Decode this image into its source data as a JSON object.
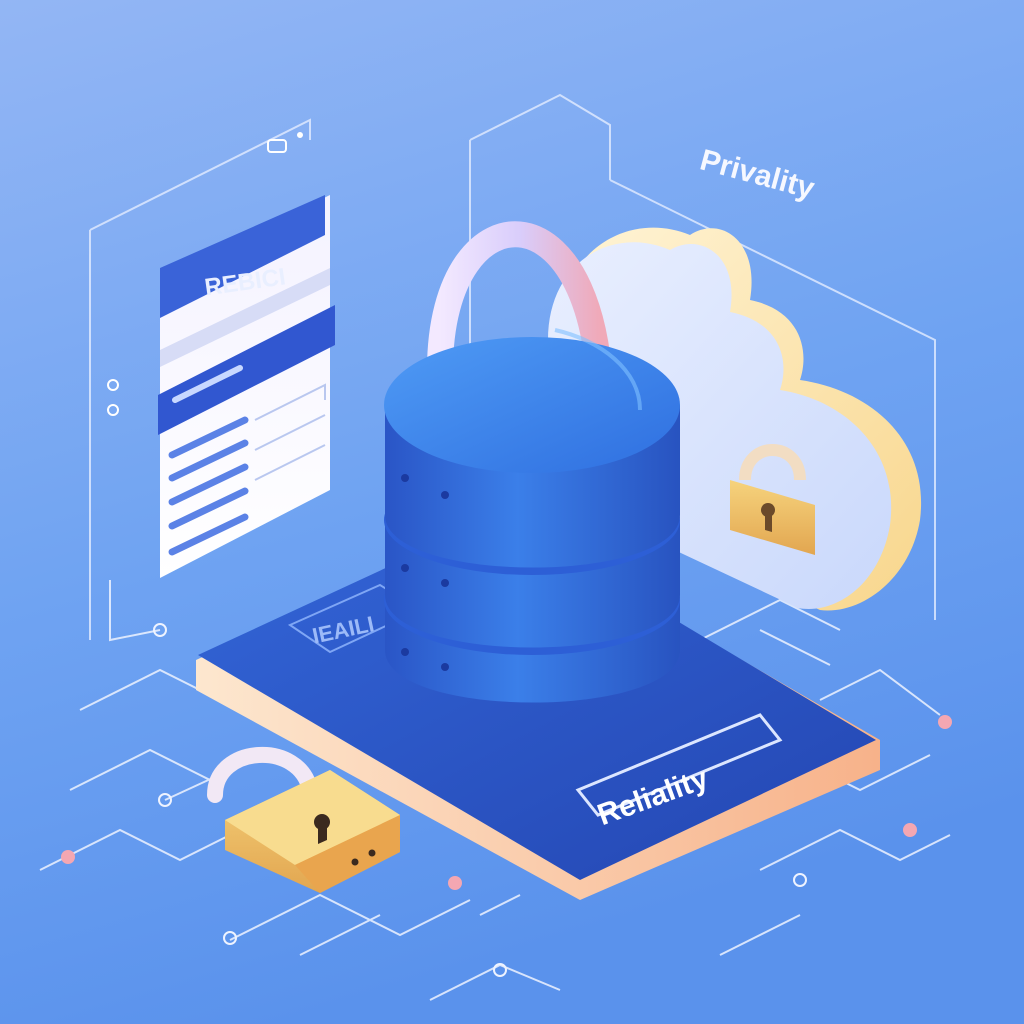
{
  "scene": {
    "form_title": "REBICI",
    "cloud_label": "Privality",
    "device_small_label": "IEAILI",
    "device_label": "Reliality"
  },
  "colors": {
    "background_top": "#8fb3f3",
    "background_bottom": "#5d98ee",
    "database_blue": "#2f6fe0",
    "platform_blue": "#2a57c8",
    "padlock_gold": "#f1c46a",
    "cloud_cream": "#fff1c8",
    "circuit_node": "#f4a7b2"
  },
  "icons": [
    "database-padlock-icon",
    "cloud-padlock-icon",
    "padlock-icon",
    "document-form-icon",
    "circuit-lines"
  ]
}
